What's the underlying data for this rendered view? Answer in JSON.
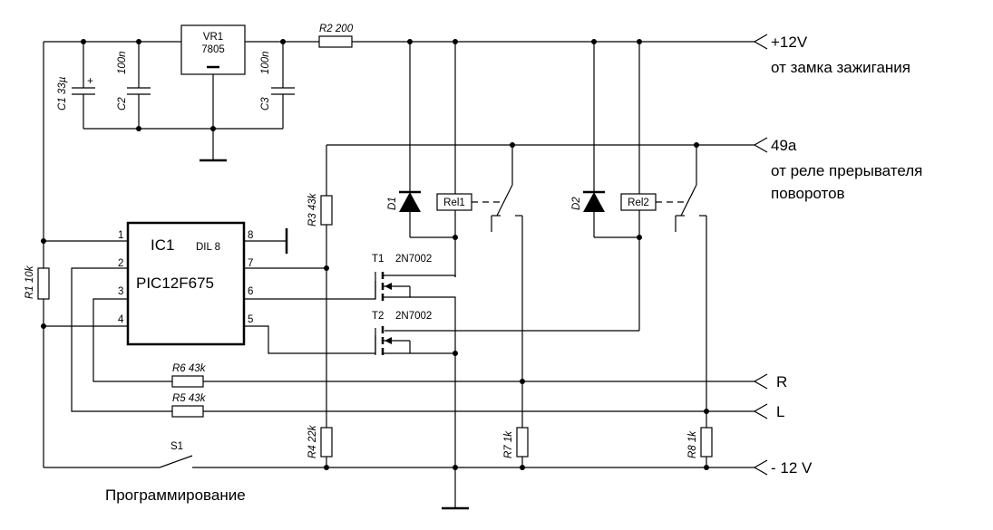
{
  "components": {
    "vr1": {
      "ref": "VR1",
      "value": "7805"
    },
    "r2": {
      "ref": "R2",
      "value": "200"
    },
    "c1": {
      "ref": "C1",
      "value": "33µ",
      "polarity": "+"
    },
    "c2": {
      "ref": "C2",
      "value": "100n"
    },
    "c3": {
      "ref": "C3",
      "value": "100n"
    },
    "r3": {
      "ref": "R3",
      "value": "43k"
    },
    "r1": {
      "ref": "R1",
      "value": "10k"
    },
    "r4": {
      "ref": "R4",
      "value": "22k"
    },
    "r5": {
      "ref": "R5",
      "value": "43k"
    },
    "r6": {
      "ref": "R6",
      "value": "43k"
    },
    "r7": {
      "ref": "R7",
      "value": "1k"
    },
    "r8": {
      "ref": "R8",
      "value": "1k"
    },
    "d1": {
      "ref": "D1"
    },
    "d2": {
      "ref": "D2"
    },
    "rel1": {
      "ref": "Rel1"
    },
    "rel2": {
      "ref": "Rel2"
    },
    "t1": {
      "ref": "T1",
      "value": "2N7002"
    },
    "t2": {
      "ref": "T2",
      "value": "2N7002"
    },
    "s1": {
      "ref": "S1"
    },
    "ic1": {
      "ref": "IC1",
      "package": "DIL 8",
      "part": "PIC12F675",
      "pins": [
        "1",
        "2",
        "3",
        "4",
        "5",
        "6",
        "7",
        "8"
      ]
    }
  },
  "terminals": {
    "plus12": {
      "name": "+12V",
      "desc": "от замка зажигания"
    },
    "t49a": {
      "name": "49a",
      "desc_line1": "от реле прерывателя",
      "desc_line2": "поворотов"
    },
    "r": {
      "name": "R"
    },
    "l": {
      "name": "L"
    },
    "minus12": {
      "name": "- 12 V"
    }
  },
  "caption": "Программирование"
}
